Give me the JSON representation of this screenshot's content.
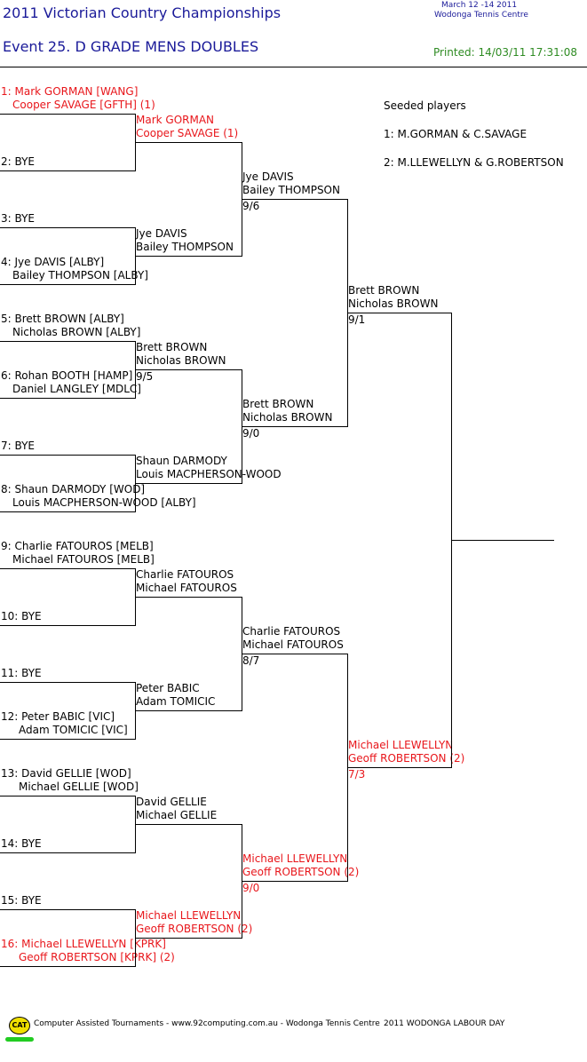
{
  "header": {
    "title": "2011 Victorian Country Championships",
    "event": "Event 25. D GRADE MENS DOUBLES",
    "dates": "March 12 -14 2011",
    "venue": "Wodonga Tennis Centre",
    "printed": "Printed: 14/03/11 17:31:08"
  },
  "seeds": {
    "heading": "Seeded players",
    "items": [
      "1: M.GORMAN & C.SAVAGE",
      "2: M.LLEWELLYN & G.ROBERTSON"
    ]
  },
  "round1": [
    {
      "a": "1: Mark GORMAN [WANG]",
      "b": "Cooper SAVAGE [GFTH] (1)",
      "red": true
    },
    {
      "a": "2: BYE",
      "b": ""
    },
    {
      "a": "3: BYE",
      "b": ""
    },
    {
      "a": "4: Jye DAVIS [ALBY]",
      "b": "Bailey THOMPSON [ALBY]"
    },
    {
      "a": "5: Brett BROWN [ALBY]",
      "b": "Nicholas BROWN [ALBY]"
    },
    {
      "a": "6: Rohan BOOTH [HAMP]",
      "b": "Daniel LANGLEY [MDLC]"
    },
    {
      "a": "7: BYE",
      "b": ""
    },
    {
      "a": "8: Shaun DARMODY [WOD]",
      "b": "Louis MACPHERSON-WOOD [ALBY]"
    },
    {
      "a": "9: Charlie FATOUROS [MELB]",
      "b": "Michael FATOUROS [MELB]"
    },
    {
      "a": "10: BYE",
      "b": ""
    },
    {
      "a": "11: BYE",
      "b": ""
    },
    {
      "a": "12: Peter BABIC [VIC]",
      "b": "Adam TOMICIC [VIC]"
    },
    {
      "a": "13: David GELLIE [WOD]",
      "b": "Michael GELLIE [WOD]"
    },
    {
      "a": "14: BYE",
      "b": ""
    },
    {
      "a": "15: BYE",
      "b": ""
    },
    {
      "a": "16: Michael LLEWELLYN [KPRK]",
      "b": "Geoff ROBERTSON [KPRK] (2)",
      "red": true
    }
  ],
  "round2": [
    {
      "a": "Mark GORMAN",
      "b": "Cooper SAVAGE (1)",
      "score": "",
      "red": true
    },
    {
      "a": "Jye DAVIS",
      "b": "Bailey THOMPSON",
      "score": ""
    },
    {
      "a": "Brett BROWN",
      "b": "Nicholas BROWN",
      "score": "9/5"
    },
    {
      "a": "Shaun DARMODY",
      "b": "Louis MACPHERSON-WOOD",
      "score": ""
    },
    {
      "a": "Charlie FATOUROS",
      "b": "Michael FATOUROS",
      "score": ""
    },
    {
      "a": "Peter BABIC",
      "b": "Adam TOMICIC",
      "score": ""
    },
    {
      "a": "David GELLIE",
      "b": "Michael GELLIE",
      "score": ""
    },
    {
      "a": "Michael LLEWELLYN",
      "b": "Geoff ROBERTSON (2)",
      "score": "",
      "red": true
    }
  ],
  "round3": [
    {
      "a": "Jye DAVIS",
      "b": "Bailey THOMPSON",
      "score": "9/6"
    },
    {
      "a": "Brett BROWN",
      "b": "Nicholas BROWN",
      "score": "9/0"
    },
    {
      "a": "Charlie FATOUROS",
      "b": "Michael FATOUROS",
      "score": "8/7"
    },
    {
      "a": "Michael LLEWELLYN",
      "b": "Geoff ROBERTSON (2)",
      "score": "9/0",
      "red": true
    }
  ],
  "round4": [
    {
      "a": "Brett BROWN",
      "b": "Nicholas BROWN",
      "score": "9/1"
    },
    {
      "a": "Michael LLEWELLYN",
      "b": "Geoff ROBERTSON (2)",
      "score": "7/3",
      "red": true
    }
  ],
  "footer": {
    "logo": "CAT",
    "text": "Computer Assisted Tournaments - www.92computing.com.au -  Wodonga Tennis Centre",
    "right": "2011 WODONGA LABOUR DAY"
  }
}
